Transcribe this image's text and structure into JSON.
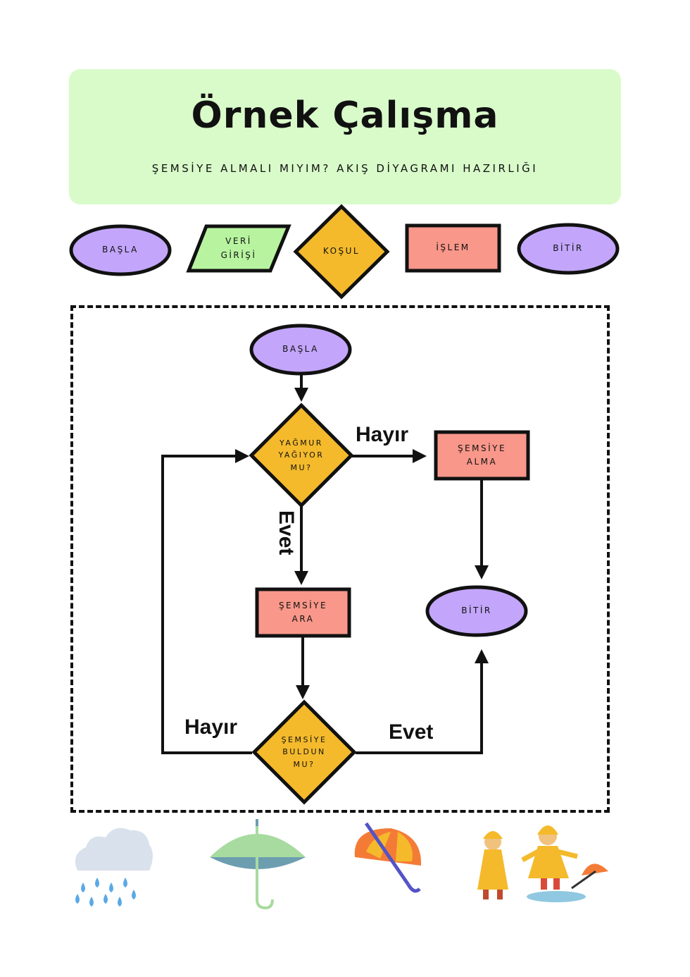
{
  "header": {
    "title": "Örnek Çalışma",
    "subtitle": "ŞEMSİYE ALMALI MIYIM? AKIŞ DİYAGRAMI HAZIRLIĞI"
  },
  "legend": {
    "start": "BAŞLA",
    "input": "VERİ\nGİRİŞİ",
    "condition": "KOŞUL",
    "process": "İŞLEM",
    "end": "BİTİR"
  },
  "flowchart": {
    "start": "BAŞLA",
    "decision_rain": "YAĞMUR\nYAĞIYOR\nMU?",
    "process_no_umbrella": "ŞEMSİYE\nALMA",
    "process_search": "ŞEMSİYE\nARA",
    "decision_found": "ŞEMSİYE\nBULDUN\nMU?",
    "end": "BİTİR",
    "edge_rain_no": "Hayır",
    "edge_rain_yes": "Evet",
    "edge_found_no": "Hayır",
    "edge_found_yes": "Evet"
  },
  "colors": {
    "header_bg": "#d9fbca",
    "terminal": "#c3a6fb",
    "input": "#b8f4a0",
    "decision": "#f4ba2c",
    "process": "#f8978a",
    "stroke": "#111111"
  },
  "illustrations": [
    "rain-cloud-icon",
    "green-umbrella-icon",
    "orange-umbrella-icon",
    "children-in-raincoats-icon"
  ]
}
